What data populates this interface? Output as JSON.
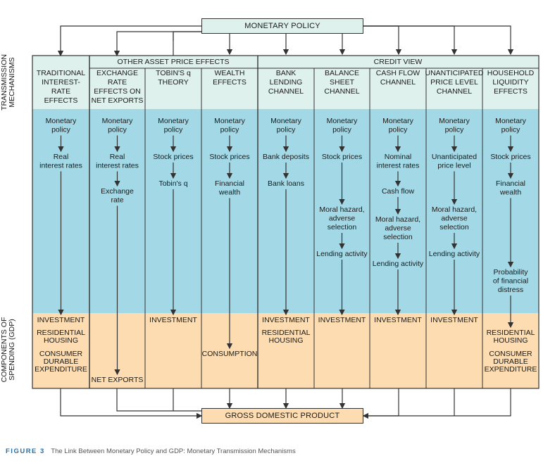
{
  "top_box": "MONETARY POLICY",
  "bottom_box": "GROSS DOMESTIC PRODUCT",
  "side_labels": {
    "mechanisms": [
      "TRANSMISSION",
      "MECHANISMS"
    ],
    "components": [
      "COMPONENTS OF",
      "SPENDING (GDP)"
    ]
  },
  "group_headers": {
    "other_asset": "OTHER ASSET PRICE EFFECTS",
    "credit_view": "CREDIT VIEW"
  },
  "columns": [
    {
      "key": "traditional",
      "header": [
        "TRADITIONAL",
        "INTEREST-",
        "RATE",
        "EFFECTS"
      ],
      "nodes": [
        [
          "Monetary",
          "policy"
        ],
        [
          "Real",
          "interest rates"
        ]
      ],
      "outcomes": [
        [
          "INVESTMENT"
        ],
        [
          "RESIDENTIAL",
          "HOUSING"
        ],
        [
          "CONSUMER",
          "DURABLE",
          "EXPENDITURE"
        ]
      ]
    },
    {
      "key": "exchange",
      "header": [
        "EXCHANGE",
        "RATE",
        "EFFECTS ON",
        "NET EXPORTS"
      ],
      "nodes": [
        [
          "Monetary",
          "policy"
        ],
        [
          "Real",
          "interest rates"
        ],
        [
          "Exchange",
          "rate"
        ]
      ],
      "outcomes": [
        [
          "NET EXPORTS"
        ]
      ]
    },
    {
      "key": "tobin",
      "header": [
        "TOBIN'S q",
        "THEORY"
      ],
      "nodes": [
        [
          "Monetary",
          "policy"
        ],
        [
          "Stock prices"
        ],
        [
          "Tobin's q"
        ]
      ],
      "outcomes": [
        [
          "INVESTMENT"
        ]
      ]
    },
    {
      "key": "wealth",
      "header": [
        "WEALTH",
        "EFFECTS"
      ],
      "nodes": [
        [
          "Monetary",
          "policy"
        ],
        [
          "Stock prices"
        ],
        [
          "Financial",
          "wealth"
        ]
      ],
      "outcomes": [
        [
          "CONSUMPTION"
        ]
      ]
    },
    {
      "key": "bank",
      "header": [
        "BANK",
        "LENDING",
        "CHANNEL"
      ],
      "nodes": [
        [
          "Monetary",
          "policy"
        ],
        [
          "Bank deposits"
        ],
        [
          "Bank loans"
        ]
      ],
      "outcomes": [
        [
          "INVESTMENT"
        ],
        [
          "RESIDENTIAL",
          "HOUSING"
        ]
      ]
    },
    {
      "key": "balance",
      "header": [
        "BALANCE",
        "SHEET",
        "CHANNEL"
      ],
      "nodes": [
        [
          "Monetary",
          "policy"
        ],
        [
          "Stock prices"
        ],
        [
          "Moral hazard,",
          "adverse",
          "selection"
        ],
        [
          "Lending activity"
        ]
      ],
      "outcomes": [
        [
          "INVESTMENT"
        ]
      ]
    },
    {
      "key": "cashflow",
      "header": [
        "CASH FLOW",
        "CHANNEL"
      ],
      "nodes": [
        [
          "Monetary",
          "policy"
        ],
        [
          "Nominal",
          "interest rates"
        ],
        [
          "Cash flow"
        ],
        [
          "Moral hazard,",
          "adverse",
          "selection"
        ],
        [
          "Lending activity"
        ]
      ],
      "outcomes": [
        [
          "INVESTMENT"
        ]
      ]
    },
    {
      "key": "unanticipated",
      "header": [
        "UNANTICIPATED",
        "PRICE LEVEL",
        "CHANNEL"
      ],
      "nodes": [
        [
          "Monetary",
          "policy"
        ],
        [
          "Unanticipated",
          "price level"
        ],
        [
          "Moral hazard,",
          "adverse",
          "selection"
        ],
        [
          "Lending activity"
        ]
      ],
      "outcomes": [
        [
          "INVESTMENT"
        ]
      ]
    },
    {
      "key": "household",
      "header": [
        "HOUSEHOLD",
        "LIQUIDITY",
        "EFFECTS"
      ],
      "nodes": [
        [
          "Monetary",
          "policy"
        ],
        [
          "Stock prices"
        ],
        [
          "Financial",
          "wealth"
        ],
        [
          "Probability",
          "of financial",
          "distress"
        ]
      ],
      "outcomes": [
        [
          "RESIDENTIAL",
          "HOUSING"
        ],
        [
          "CONSUMER",
          "DURABLE",
          "EXPENDITURE"
        ]
      ]
    }
  ],
  "caption": {
    "figure": "FIGURE 3",
    "text": "The Link Between Monetary Policy and GDP: Monetary Transmission Mechanisms"
  },
  "colors": {
    "header_bg": "#dff1ec",
    "mechanism_bg": "#a3d9e6",
    "outcome_bg": "#fcdcb0",
    "line": "#333333",
    "caption_accent": "#2c6fa3"
  }
}
